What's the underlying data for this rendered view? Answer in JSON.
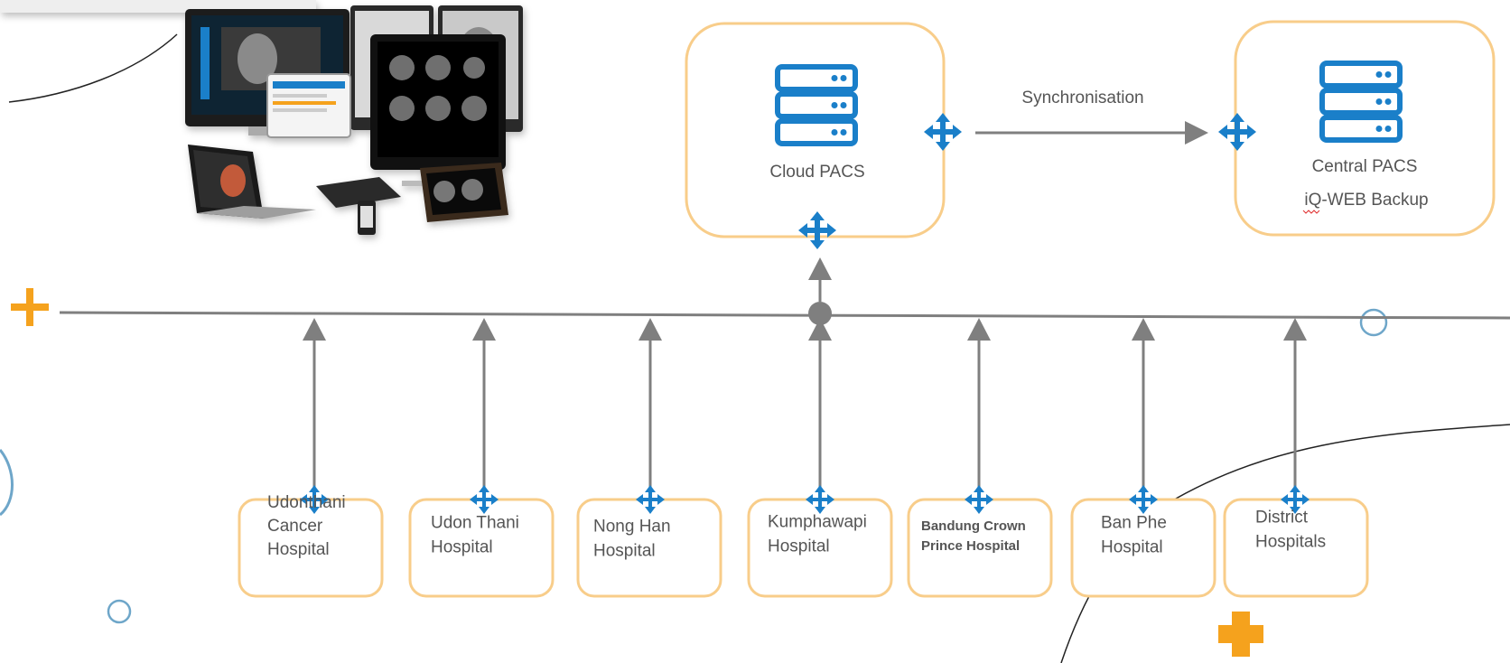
{
  "cloud": {
    "label": "Cloud PACS"
  },
  "central": {
    "line1": "Central PACS",
    "line2": "iQ-WEB Backup"
  },
  "sync": {
    "label": "Synchronisation"
  },
  "hospitals": [
    {
      "lines": [
        "Udonthani",
        "Cancer",
        "Hospital"
      ]
    },
    {
      "lines": [
        "Udon Thani",
        "Hospital"
      ]
    },
    {
      "lines": [
        "Nong Han",
        "Hospital"
      ]
    },
    {
      "lines": [
        "Kumphawapi",
        "Hospital"
      ]
    },
    {
      "lines": [
        "Bandung Crown",
        "Prince Hospital"
      ]
    },
    {
      "lines": [
        "Ban Phe",
        "Hospital"
      ]
    },
    {
      "lines": [
        "District",
        "Hospitals"
      ]
    }
  ],
  "colors": {
    "box_border": "#f8cd8a",
    "icon_blue": "#1a7fc9",
    "line_gray": "#7f7f7f",
    "accent_orange": "#f5a21d",
    "circle_blue": "#6ea6c9"
  },
  "icons": {
    "server": "server-stack-icon",
    "connector": "four-arrows-move-icon",
    "plus": "plus-icon",
    "circle": "circle-outline-icon",
    "devices": "medical-display-devices-image"
  }
}
